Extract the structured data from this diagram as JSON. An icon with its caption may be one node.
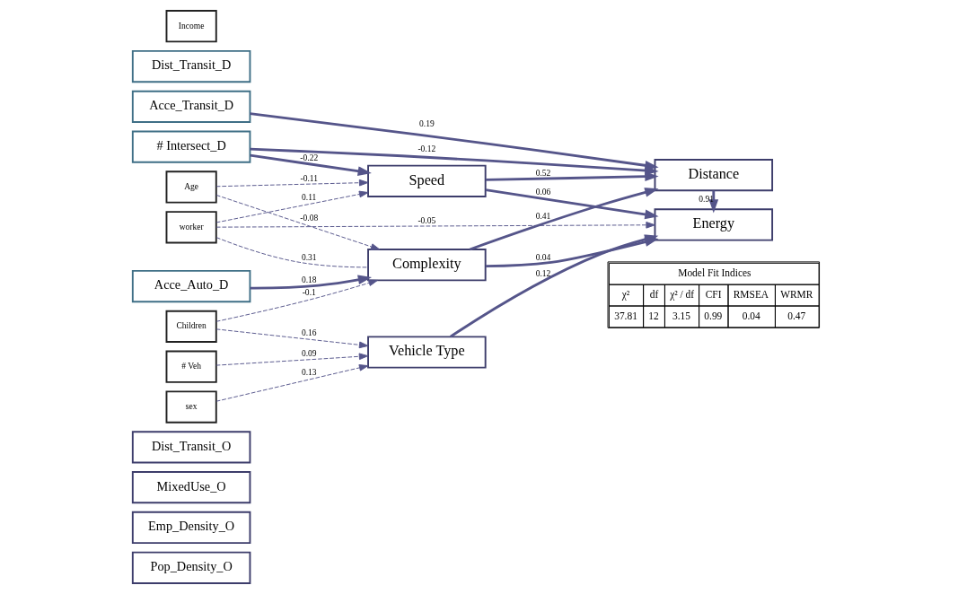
{
  "diagram": {
    "nodes": [
      {
        "text": [
          "Pop_Density_O"
        ]
      },
      {
        "text": [
          "Emp_Density_O"
        ]
      },
      {
        "text": [
          "MixedUse_O"
        ]
      },
      {
        "text": [
          "Dist_Transit_O"
        ]
      },
      {
        "text": [
          "Acce_Auto_D"
        ]
      },
      {
        "text": [
          "Acce_Transit_D"
        ]
      },
      {
        "text": [
          "# Intersect_D"
        ]
      },
      {
        "text": [
          "Dist_Transit_D"
        ]
      },
      {
        "text": [
          "Speed"
        ]
      },
      {
        "text": [
          "Complexity"
        ]
      },
      {
        "text": [
          "Vehicle Type"
        ]
      },
      {
        "text": [
          "Distance"
        ]
      },
      {
        "text": [
          "Energy"
        ]
      },
      {
        "text": [
          "sex"
        ]
      },
      {
        "text": [
          "Children"
        ]
      },
      {
        "text": [
          "worker"
        ]
      },
      {
        "text": [
          "Income"
        ]
      },
      {
        "text": [
          "Age"
        ]
      },
      {
        "text": [
          "# Veh"
        ]
      }
    ],
    "edges": [
      {
        "from": 4,
        "to": 9,
        "arrow": "to",
        "label": "0.18"
      },
      {
        "from": 5,
        "to": 11,
        "arrow": "to",
        "label": "0.19"
      },
      {
        "from": 6,
        "to": 11,
        "arrow": "to",
        "label": "-0.12"
      },
      {
        "from": 6,
        "to": 8,
        "arrow": "to",
        "label": "-0.22"
      },
      {
        "from": 8,
        "to": 11,
        "arrow": "to",
        "label": "0.52"
      },
      {
        "from": 8,
        "to": 12,
        "arrow": "to",
        "label": "0.06"
      },
      {
        "from": 9,
        "to": 11,
        "arrow": "to",
        "label": "0.41"
      },
      {
        "from": 9,
        "to": 12,
        "arrow": "to",
        "label": "0.04"
      },
      {
        "from": 10,
        "to": 12,
        "arrow": "to",
        "label": "0.12"
      },
      {
        "from": 11,
        "to": 12,
        "arrow": "to",
        "label": "0.91"
      },
      {
        "from": 17,
        "to": 8,
        "arrow": "to",
        "label": "-0.11",
        "style": "dashed"
      },
      {
        "from": 15,
        "to": 8,
        "arrow": "to",
        "label": "0.11",
        "style": "dashed"
      },
      {
        "from": 14,
        "to": 9,
        "arrow": "to",
        "label": "-0.1",
        "style": "dashed"
      },
      {
        "from": 17,
        "to": 9,
        "arrow": "to",
        "label": "-0.08",
        "style": "dashed"
      },
      {
        "from": 13,
        "to": 10,
        "arrow": "to",
        "label": "0.13",
        "style": "dashed"
      },
      {
        "from": 14,
        "to": 10,
        "arrow": "to",
        "label": "0.16",
        "style": "dashed"
      },
      {
        "from": 18,
        "to": 10,
        "arrow": "to",
        "label": "0.09",
        "style": "dashed"
      },
      {
        "from": 15,
        "to": 12,
        "arrow": "to",
        "label": "-0.05",
        "style": "dashed"
      },
      {
        "from": 15,
        "to": 9,
        "arrow": "none",
        "label": "0.31",
        "style": "dashed"
      }
    ],
    "labels": [
      "Model Fit Indices",
      "χ²",
      "df",
      "χ² / df",
      "CFI",
      "RMSEA",
      "WRMR",
      "37.81",
      "12",
      "3.15",
      "0.99",
      "0.04",
      "0.47"
    ]
  }
}
